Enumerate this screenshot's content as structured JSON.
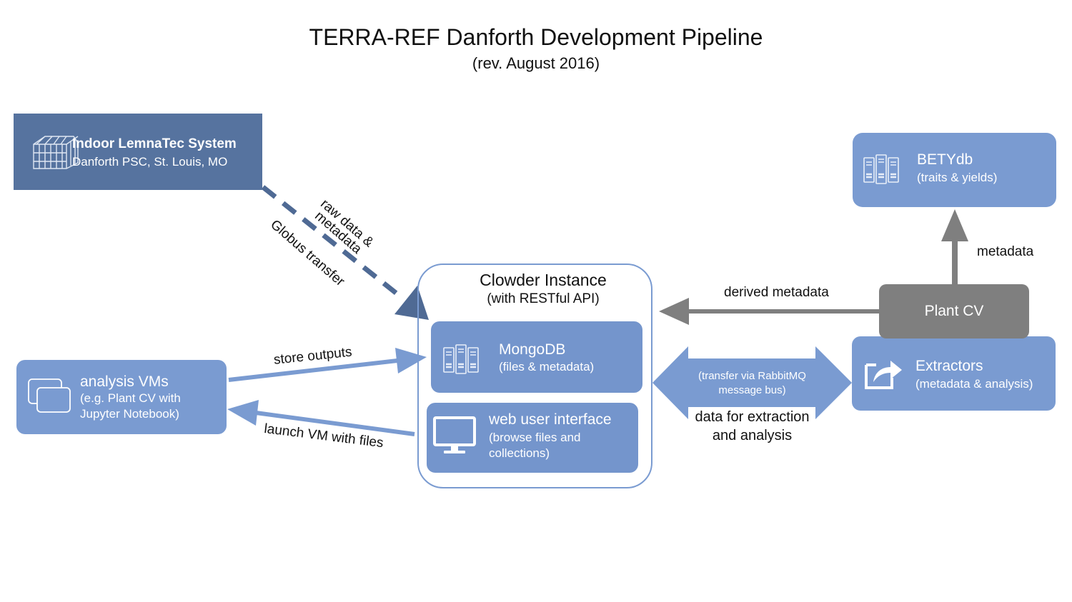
{
  "header": {
    "title": "TERRA-REF Danforth Development Pipeline",
    "subtitle": "(rev. August 2016)"
  },
  "nodes": {
    "lemnatec": {
      "title": "Indoor LemnaTec System",
      "subtitle": "Danforth PSC, St. Louis, MO",
      "icon": "greenhouse-icon"
    },
    "betydb": {
      "title": "BETYdb",
      "subtitle": "(traits & yields)",
      "icon": "server-icon"
    },
    "clowder": {
      "title": "Clowder Instance",
      "subtitle": "(with RESTful API)"
    },
    "mongodb": {
      "title": "MongoDB",
      "subtitle": "(files & metadata)",
      "icon": "server-icon"
    },
    "webui": {
      "title": "web user interface",
      "subtitle_line1": "(browse files and",
      "subtitle_line2": "collections)",
      "icon": "monitor-icon"
    },
    "analysis_vms": {
      "title": "analysis VMs",
      "subtitle_line1": "(e.g. Plant CV with",
      "subtitle_line2": "Jupyter Notebook)",
      "icon": "windows-icon"
    },
    "plantcv": {
      "title": "Plant CV"
    },
    "extractors": {
      "title": "Extractors",
      "subtitle": "(metadata & analysis)",
      "icon": "share-icon"
    }
  },
  "edges": {
    "raw_data_line1": "raw data &",
    "raw_data_line2": "metadata",
    "globus": "Globus transfer",
    "store_outputs": "store outputs",
    "launch_vm": "launch VM with files",
    "derived_metadata": "derived metadata",
    "metadata": "metadata",
    "rabbitmq_line1": "(transfer via RabbitMQ",
    "rabbitmq_line2": "message bus)",
    "extraction_line1": "data for extraction",
    "extraction_line2": "and analysis"
  },
  "colors": {
    "lemnatec_fill": "#56739f",
    "node_fill": "#7a9bd1",
    "inner_fill": "#7495cc",
    "plantcv_fill": "#7f7f7f",
    "dashed_arrow": "#4f6a94",
    "gray_arrow": "#7f7f7f"
  }
}
